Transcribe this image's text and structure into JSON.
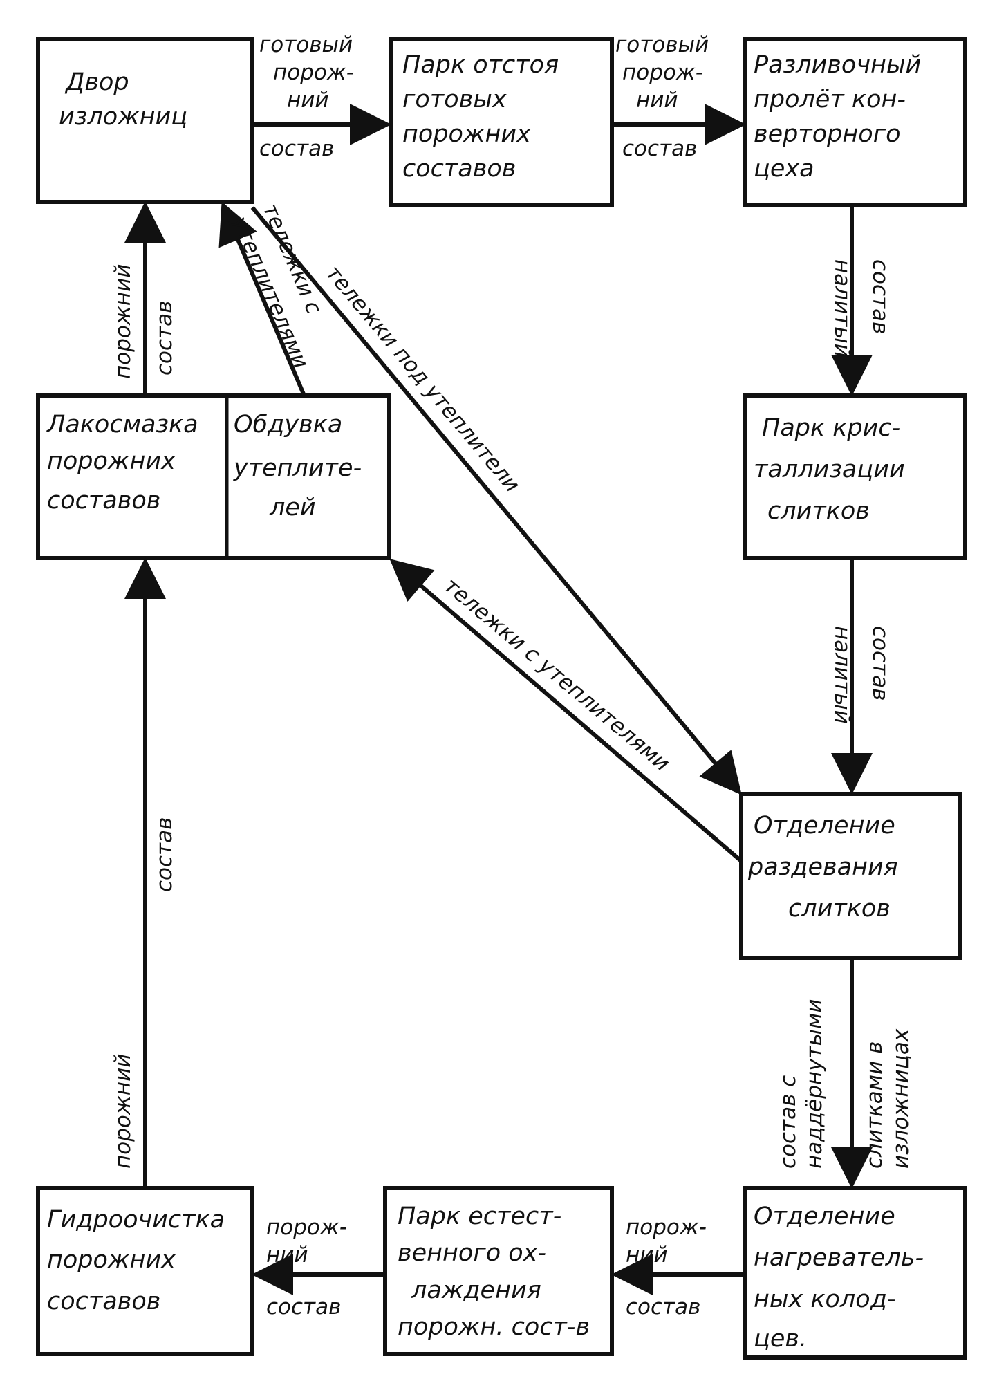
{
  "diagram": {
    "nodes": {
      "dvor": {
        "lines": [
          "Двор",
          "изложниц"
        ]
      },
      "park_otstoya": {
        "lines": [
          "Парк отстоя",
          "готовых",
          "порожних",
          "составов"
        ]
      },
      "razlivochny": {
        "lines": [
          "Разливочный",
          "пролёт кон-",
          "верторного",
          "цеха"
        ]
      },
      "lakosmazka": {
        "lines": [
          "Лакосмазка",
          "порожних",
          "составов"
        ]
      },
      "obduvka": {
        "lines": [
          "Обдувка",
          "утеплите-",
          "лей"
        ]
      },
      "park_kristallizacii": {
        "lines": [
          "Парк крис-",
          "таллизации",
          "слитков"
        ]
      },
      "razdevanie": {
        "lines": [
          "Отделение",
          "раздевания",
          "слитков"
        ]
      },
      "gidroochistka": {
        "lines": [
          "Гидроочистка",
          "порожних",
          "составов"
        ]
      },
      "park_ohlazhdeniya": {
        "lines": [
          "Парк естест-",
          "венного ох-",
          "лаждения",
          "порожн. сост-в"
        ]
      },
      "kolodcy": {
        "lines": [
          "Отделение",
          "нагреватель-",
          "ных колод-",
          "цев."
        ]
      }
    },
    "edges": {
      "dvor_to_park": {
        "lines": [
          "готовый",
          "порож-",
          "ний",
          "состав"
        ]
      },
      "park_to_razliv": {
        "lines": [
          "готовый",
          "порож-",
          "ний",
          "состав"
        ]
      },
      "razliv_to_krist": {
        "lines": [
          "налитый",
          "состав"
        ]
      },
      "krist_to_razdev": {
        "lines": [
          "налитый",
          "состав"
        ]
      },
      "razdev_to_kolodcy": {
        "lines": [
          "состав с",
          "наддёрнутыми",
          "слитками в",
          "изложницах"
        ]
      },
      "kolodcy_to_ohl": {
        "lines": [
          "порож-",
          "ний",
          "состав"
        ]
      },
      "ohl_to_gidro": {
        "lines": [
          "порож-",
          "ний",
          "состав"
        ]
      },
      "gidro_to_lakos": {
        "lines": [
          "порожний",
          "состав"
        ]
      },
      "lakos_to_dvor": {
        "lines": [
          "порожний",
          "состав"
        ]
      },
      "obduvka_to_dvor": {
        "lines": [
          "тележки с",
          "утеплителями"
        ]
      },
      "dvor_to_razdev": {
        "text": "тележки под утеплители"
      },
      "razdev_to_obduvka": {
        "text": "тележки с утеплителями"
      }
    }
  }
}
